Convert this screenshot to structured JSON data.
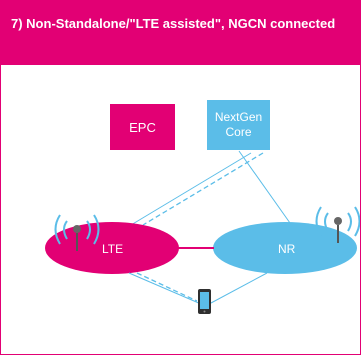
{
  "title": "7) Non-Standalone/\"LTE assisted\", NGCN connected",
  "nodes": {
    "epc": "EPC",
    "nextgen_core_line1": "NextGen",
    "nextgen_core_line2": "Core",
    "lte": "LTE",
    "nr": "NR"
  },
  "colors": {
    "magenta": "#e20074",
    "blue": "#5bbde8",
    "dark": "#333333"
  },
  "icons": [
    "antenna-icon-left",
    "antenna-icon-right",
    "phone-icon"
  ]
}
